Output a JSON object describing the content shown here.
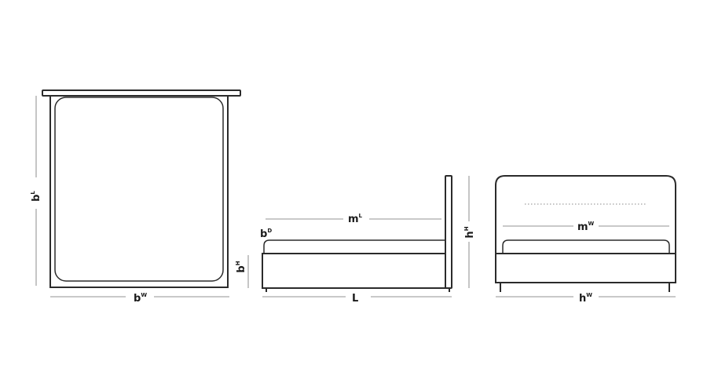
{
  "labels": {
    "top_width": {
      "main": "b",
      "sup": "W"
    },
    "top_length": {
      "main": "b",
      "sup": "L"
    },
    "side_mattress_depth": {
      "main": "b",
      "sup": "D"
    },
    "side_base_height": {
      "main": "b",
      "sup": "H"
    },
    "side_length": {
      "main": "L",
      "sup": ""
    },
    "side_mattress_length": {
      "main": "m",
      "sup": "L"
    },
    "side_height": {
      "main": "h",
      "sup": "H"
    },
    "front_mattress_width": {
      "main": "m",
      "sup": "W"
    },
    "front_width": {
      "main": "h",
      "sup": "W"
    }
  }
}
